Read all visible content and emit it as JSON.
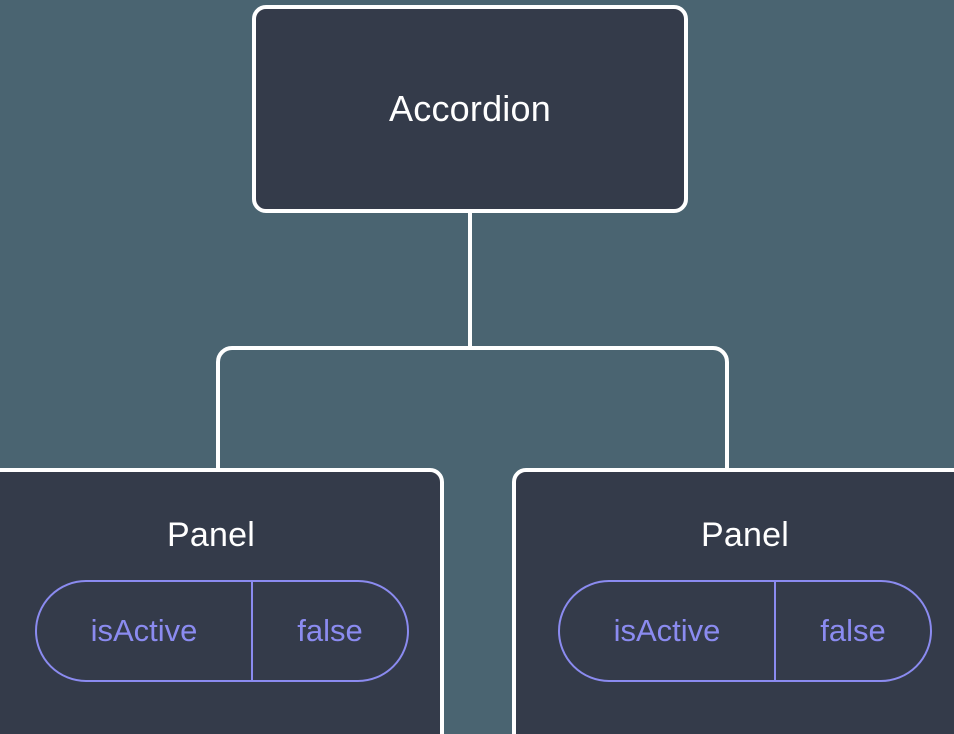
{
  "canvas": {
    "background_color": "#4a6471",
    "node_fill_color": "#343b4a",
    "node_border_color": "#ffffff",
    "edge_color": "#ffffff",
    "accent_color": "#8b8bf0",
    "title_text_color": "#ffffff"
  },
  "tree": {
    "root": {
      "title": "Accordion"
    },
    "children": [
      {
        "title": "Panel",
        "state": {
          "key": "isActive",
          "value": "false"
        }
      },
      {
        "title": "Panel",
        "state": {
          "key": "isActive",
          "value": "false"
        }
      }
    ]
  }
}
